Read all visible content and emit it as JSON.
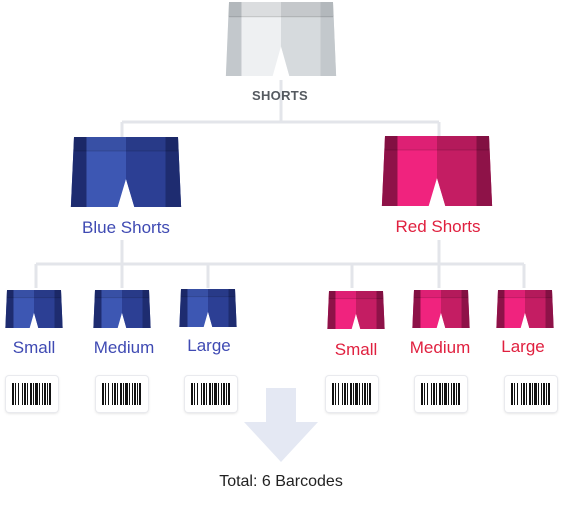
{
  "root": {
    "label": "SHORTS"
  },
  "variants": [
    {
      "label": "Blue Shorts",
      "color": "#3f4ab3",
      "sizes": [
        "Small",
        "Medium",
        "Large"
      ]
    },
    {
      "label": "Red Shorts",
      "color": "#e0203f",
      "sizes": [
        "Small",
        "Medium",
        "Large"
      ]
    }
  ],
  "palette": {
    "root": {
      "light": "#eef0f2",
      "mid": "#d6dadd",
      "dark": "#c3c8cc"
    },
    "blue": {
      "light": "#3d57b3",
      "mid": "#2c3f94",
      "dark": "#1e2c70"
    },
    "red": {
      "light": "#f0237e",
      "mid": "#c41d63",
      "dark": "#8e1248"
    },
    "connector": "#e3e5ea",
    "arrow": "#e4e8f3"
  },
  "summary": {
    "total": "Total: 6 Barcodes"
  },
  "icons": {
    "product": "shorts-icon",
    "barcode": "barcode-icon",
    "arrow": "down-arrow-icon"
  }
}
